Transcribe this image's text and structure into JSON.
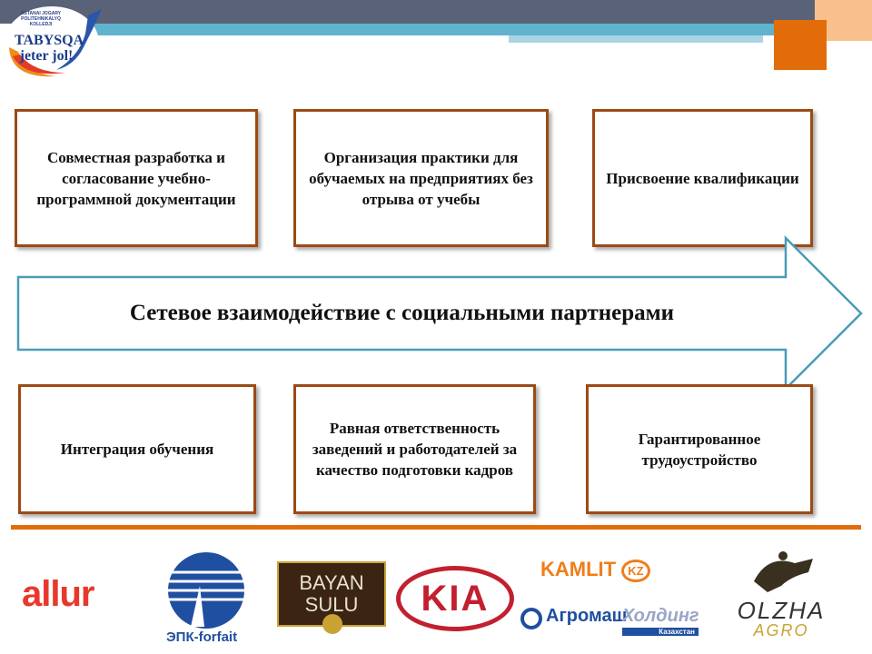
{
  "logo": {
    "line1": "ASTANAI JOGARY",
    "line2": "POLITEHNIKALYQ",
    "line3": "KOLLEDJI",
    "line4": "TABYSQA",
    "line5": "jeter jol!"
  },
  "boxes_top": [
    "Совместная разработка и согласование учебно-программной документации",
    "Организация практики для обучаемых на предприятиях без отрыва от учебы",
    "Присвоение квалификации"
  ],
  "arrow_label": "Сетевое взаимодействие с социальными партнерами",
  "boxes_bottom": [
    "Интеграция обучения",
    "Равная ответственность заведений и работодателей за качество подготовки кадров",
    "Гарантированное трудоустройство"
  ],
  "partners": {
    "allur": "allur",
    "epk": "ЭПК-forfait",
    "bayan1": "BAYAN",
    "bayan2": "SULU",
    "kia": "KIA",
    "kamlit": "KAMLIT",
    "kz": "KZ",
    "agromash1": "Агромаш",
    "agromash2": "Холдинг",
    "agromash3": "Казахстан",
    "olzha1": "OLZHA",
    "olzha2": "AGRO"
  },
  "colors": {
    "accent": "#e36c0a",
    "border": "#9c4a14",
    "arrow": "#4a9bb8",
    "header": "#5a6278"
  }
}
